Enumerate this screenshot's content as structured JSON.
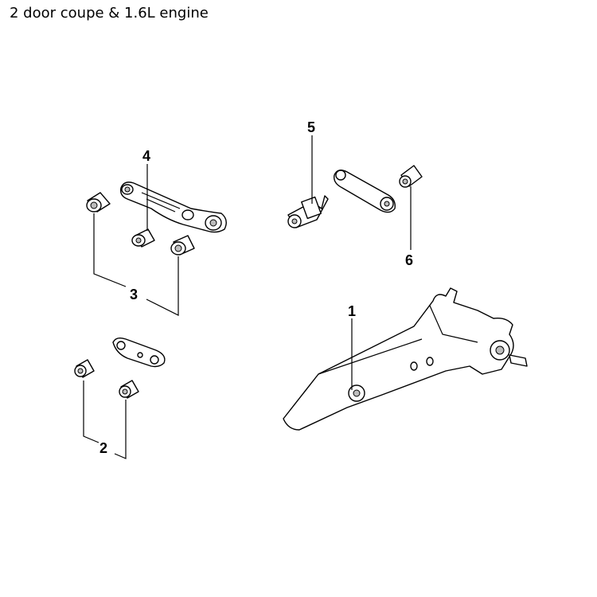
{
  "title": "2 door coupe & 1.6L engine",
  "callouts": {
    "c1": "1",
    "c2": "2",
    "c3": "3",
    "c4": "4",
    "c5": "5",
    "c6": "6"
  }
}
